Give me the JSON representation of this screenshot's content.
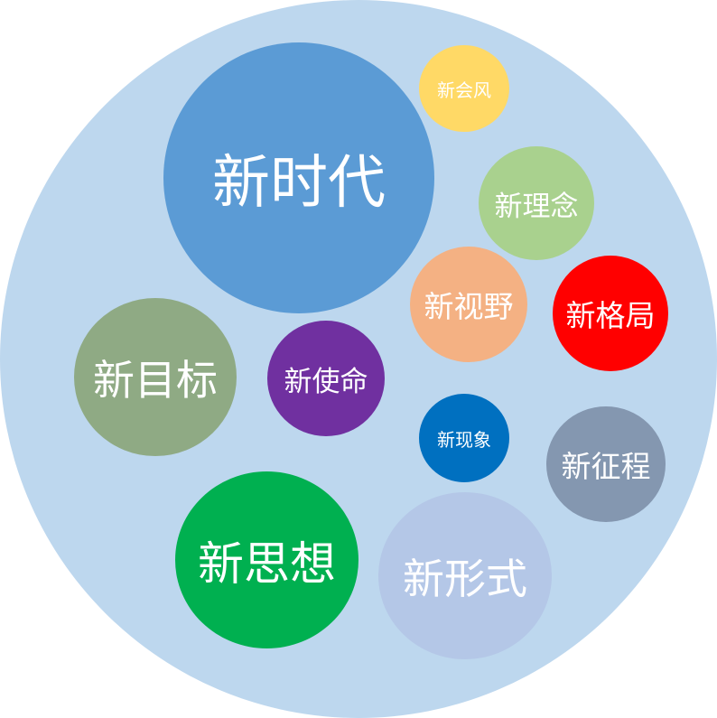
{
  "diagram": {
    "container_color": "#BDD7EE",
    "bubbles": [
      {
        "id": "era",
        "label": "新时代",
        "color": "#5B9BD5"
      },
      {
        "id": "style",
        "label": "新会风",
        "color": "#FFD966"
      },
      {
        "id": "idea",
        "label": "新理念",
        "color": "#A9D18E"
      },
      {
        "id": "view",
        "label": "新视野",
        "color": "#F4B183"
      },
      {
        "id": "pattern",
        "label": "新格局",
        "color": "#FF0000"
      },
      {
        "id": "goal",
        "label": "新目标",
        "color": "#8FAA84"
      },
      {
        "id": "mission",
        "label": "新使命",
        "color": "#7030A0"
      },
      {
        "id": "phenomena",
        "label": "新现象",
        "color": "#0070C0"
      },
      {
        "id": "journey",
        "label": "新征程",
        "color": "#8497B0"
      },
      {
        "id": "thought",
        "label": "新思想",
        "color": "#00B050"
      },
      {
        "id": "form",
        "label": "新形式",
        "color": "#B4C7E7"
      }
    ]
  }
}
